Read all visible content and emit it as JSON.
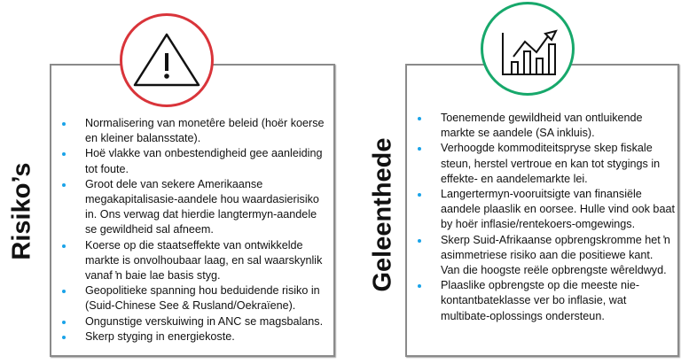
{
  "risks": {
    "title": "Risiko’s",
    "icon": "warning-icon",
    "accent": "#d9343a",
    "items": [
      "Normalisering van monetêre beleid (hoër koerse en kleiner balansstate).",
      "Hoë vlakke van onbestendigheid gee aanleiding tot foute.",
      "Groot dele van sekere Amerikaanse megakapitalisasie-aandele hou waardasierisiko in. Ons verwag dat hierdie langtermyn-aandele se gewildheid sal afneem.",
      "Koerse op die staatseffekte van ontwikkelde markte is onvolhoubaar laag, en sal waarskynlik vanaf ŉ baie lae basis styg.",
      "Geopolitieke spanning hou beduidende risiko in (Suid-Chinese See & Rusland/Oekraïene).",
      "Ongunstige verskuiwing in ANC se magsbalans.",
      "Skerp styging in energiekoste."
    ]
  },
  "opportunities": {
    "title": "Geleenthede",
    "icon": "growth-chart-icon",
    "accent": "#17a86b",
    "items": [
      "Toenemende gewildheid van ontluikende markte se aandele (SA inkluis).",
      "Verhoogde kommoditeitspryse skep fiskale steun, herstel vertroue en kan tot stygings in effekte- en aandelemarkte lei.",
      "Langertermyn-vooruitsigte van finansiële aandele plaaslik en oorsee. Hulle vind ook baat by hoër inflasie/rentekoers-omgewings.",
      "Skerp Suid-Afrikaanse opbrengskromme het ŉ asimmetriese risiko aan die positiewe kant. Van die hoogste reële opbrengste wêreldwyd.",
      "Plaaslike opbrengste op die meeste nie-kontantbateklasse ver bo inflasie, wat multibate-oplossings ondersteun."
    ]
  }
}
